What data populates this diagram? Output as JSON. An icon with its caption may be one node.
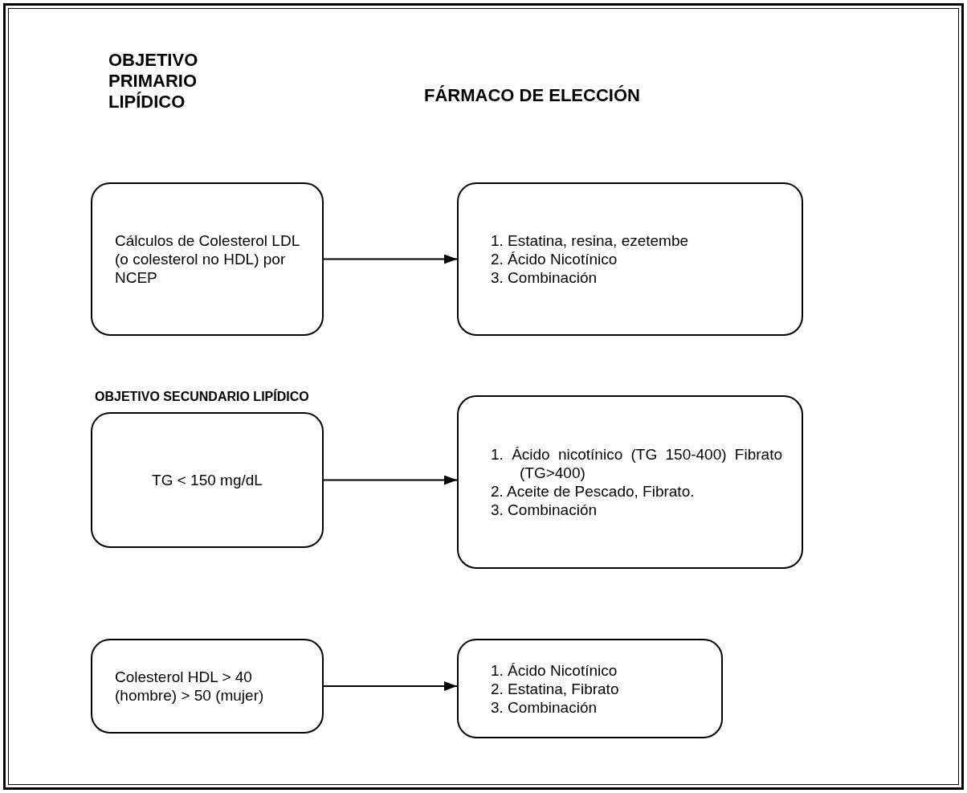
{
  "diagram": {
    "nodes": [
      {
        "text": [
          "Cálculos de Colesterol LDL (o colesterol no HDL) por NCEP"
        ]
      },
      {
        "text": [
          "1. Estatina, resina, ezetembe",
          "2. Ácido Nicotínico",
          "3. Combinación"
        ]
      },
      {
        "text": [
          "TG < 150 mg/dL"
        ]
      },
      {
        "text": [
          "1. Ácido nicotínico (TG 150-400) Fibrato (TG>400)",
          "2. Aceite de Pescado, Fibrato.",
          "3. Combinación"
        ]
      },
      {
        "text": [
          "Colesterol HDL > 40 (hombre) > 50 (mujer)"
        ]
      },
      {
        "text": [
          "1. Ácido Nicotínico",
          "2. Estatina, Fibrato",
          "3. Combinación"
        ]
      }
    ],
    "edges": [
      {
        "from": 0,
        "to": 1,
        "arrow": "to"
      },
      {
        "from": 2,
        "to": 3,
        "arrow": "to"
      },
      {
        "from": 4,
        "to": 5,
        "arrow": "to"
      }
    ],
    "labels": [
      "OBJETIVO PRIMARIO LIPÍDICO",
      "FÁRMACO DE ELECCIÓN",
      "OBJETIVO SECUNDARIO LIPÍDICO"
    ]
  }
}
